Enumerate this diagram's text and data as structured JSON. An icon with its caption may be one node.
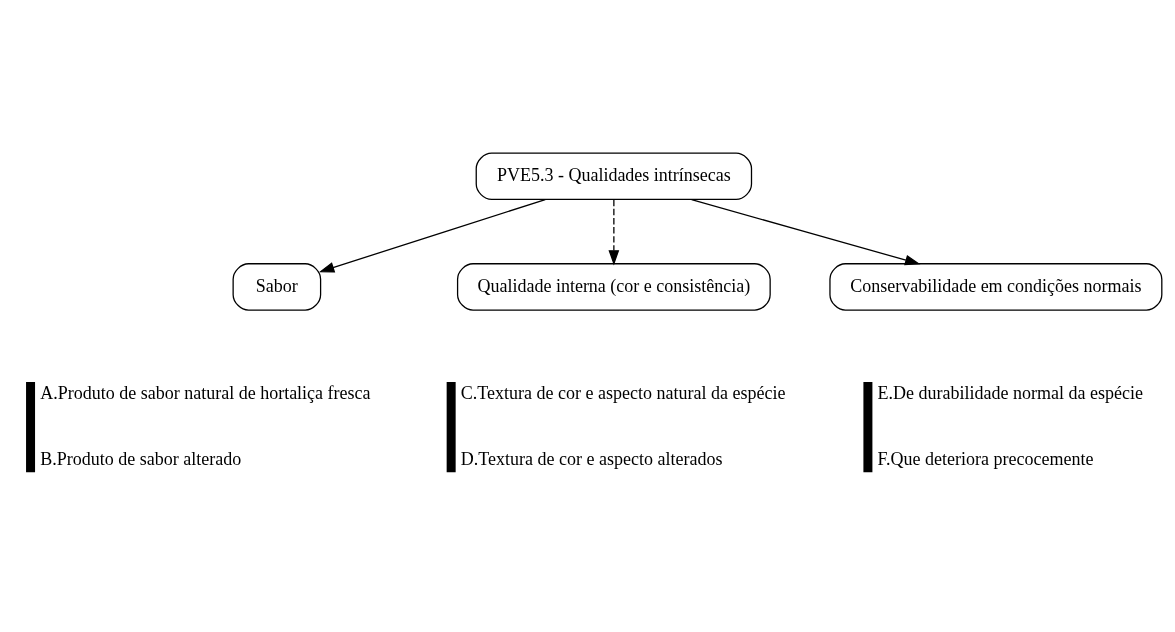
{
  "diagram": {
    "nodes": [
      {
        "text": [
          "PVE5.3 - Qualidades intrínsecas"
        ]
      },
      {
        "text": [
          "Sabor"
        ]
      },
      {
        "text": [
          "Qualidade interna (cor e consistência)"
        ]
      },
      {
        "text": [
          "Conservabilidade em condições normais"
        ]
      }
    ],
    "edges": [
      {
        "from": 0,
        "to": 1,
        "arrow": "to"
      },
      {
        "from": 0,
        "to": 2,
        "arrow": "to",
        "style": "dashed"
      },
      {
        "from": 0,
        "to": 3,
        "arrow": "to"
      }
    ],
    "labels": [
      "A.Produto de sabor natural de hortaliça fresca",
      "B.Produto de sabor alterado",
      "C.Textura de cor e aspecto natural da espécie",
      "D.Textura de cor e aspecto alterados",
      "E.De durabilidade normal da espécie",
      "F.Que deteriora precocemente"
    ]
  }
}
